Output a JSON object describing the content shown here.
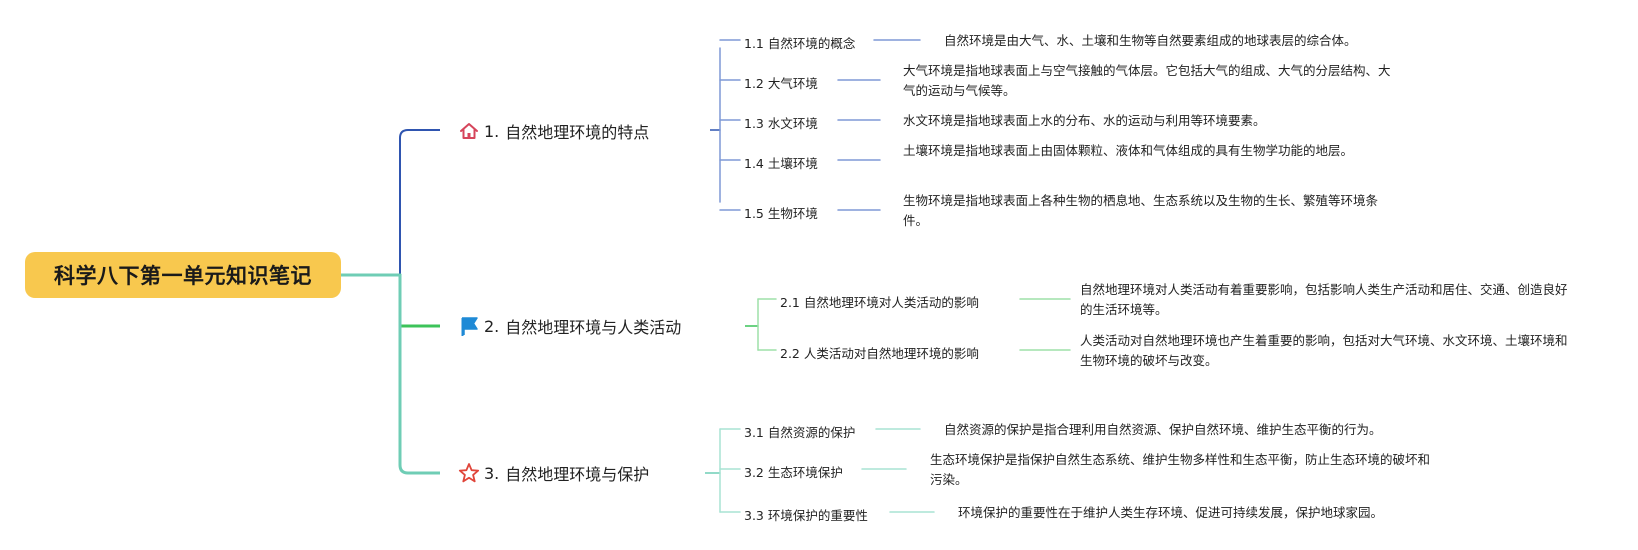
{
  "root": {
    "title": "科学八下第一单元知识笔记"
  },
  "branches": [
    {
      "number": "1.",
      "title": "自然地理环境的特点",
      "icon": "home-icon",
      "color": "#2f55b0",
      "items": [
        {
          "label": "1.1 自然环境的概念",
          "desc": "自然环境是由大气、水、土壤和生物等自然要素组成的地球表层的综合体。"
        },
        {
          "label": "1.2 大气环境",
          "desc": "大气环境是指地球表面上与空气接触的气体层。它包括大气的组成、大气的分层结构、大气的运动与气候等。"
        },
        {
          "label": "1.3 水文环境",
          "desc": "水文环境是指地球表面上水的分布、水的运动与利用等环境要素。"
        },
        {
          "label": "1.4 土壤环境",
          "desc": "土壤环境是指地球表面上由固体颗粒、液体和气体组成的具有生物学功能的地层。"
        },
        {
          "label": "1.5 生物环境",
          "desc": "生物环境是指地球表面上各种生物的栖息地、生态系统以及生物的生长、繁殖等环境条件。"
        }
      ]
    },
    {
      "number": "2.",
      "title": "自然地理环境与人类活动",
      "icon": "flag-icon",
      "color": "#3cc35a",
      "items": [
        {
          "label": "2.1 自然地理环境对人类活动的影响",
          "desc": "自然地理环境对人类活动有着重要影响，包括影响人类生产活动和居住、交通、创造良好的生活环境等。"
        },
        {
          "label": "2.2 人类活动对自然地理环境的影响",
          "desc": "人类活动对自然地理环境也产生着重要的影响，包括对大气环境、水文环境、土壤环境和生物环境的破坏与改变。"
        }
      ]
    },
    {
      "number": "3.",
      "title": "自然地理环境与保护",
      "icon": "star-icon",
      "color": "#6fcdb5",
      "items": [
        {
          "label": "3.1 自然资源的保护",
          "desc": "自然资源的保护是指合理利用自然资源、保护自然环境、维护生态平衡的行为。"
        },
        {
          "label": "3.2 生态环境保护",
          "desc": "生态环境保护是指保护自然生态系统、维护生物多样性和生态平衡，防止生态环境的破坏和污染。"
        },
        {
          "label": "3.3 环境保护的重要性",
          "desc": "环境保护的重要性在于维护人类生存环境、促进可持续发展，保护地球家园。"
        }
      ]
    }
  ]
}
